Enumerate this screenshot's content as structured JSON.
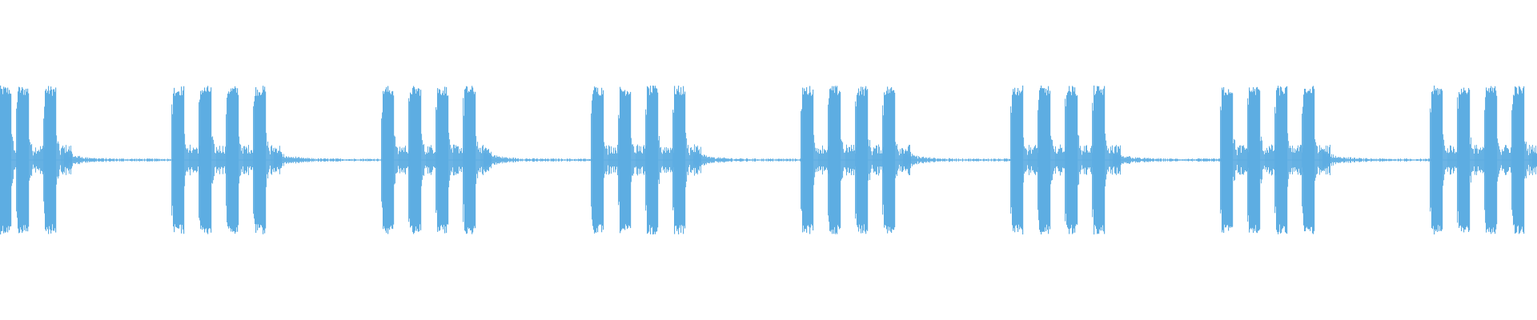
{
  "waveform": {
    "color": "#5dade2",
    "style": "mono-audio-waveform",
    "pattern": {
      "cluster_count": 8,
      "pulses_per_cluster": 4,
      "clip_left_pulses": 2,
      "clip_right_pulses": 4,
      "peak_amplitude": 0.95,
      "tail_amplitude": 0.08,
      "noise_floor": 0.02
    }
  }
}
